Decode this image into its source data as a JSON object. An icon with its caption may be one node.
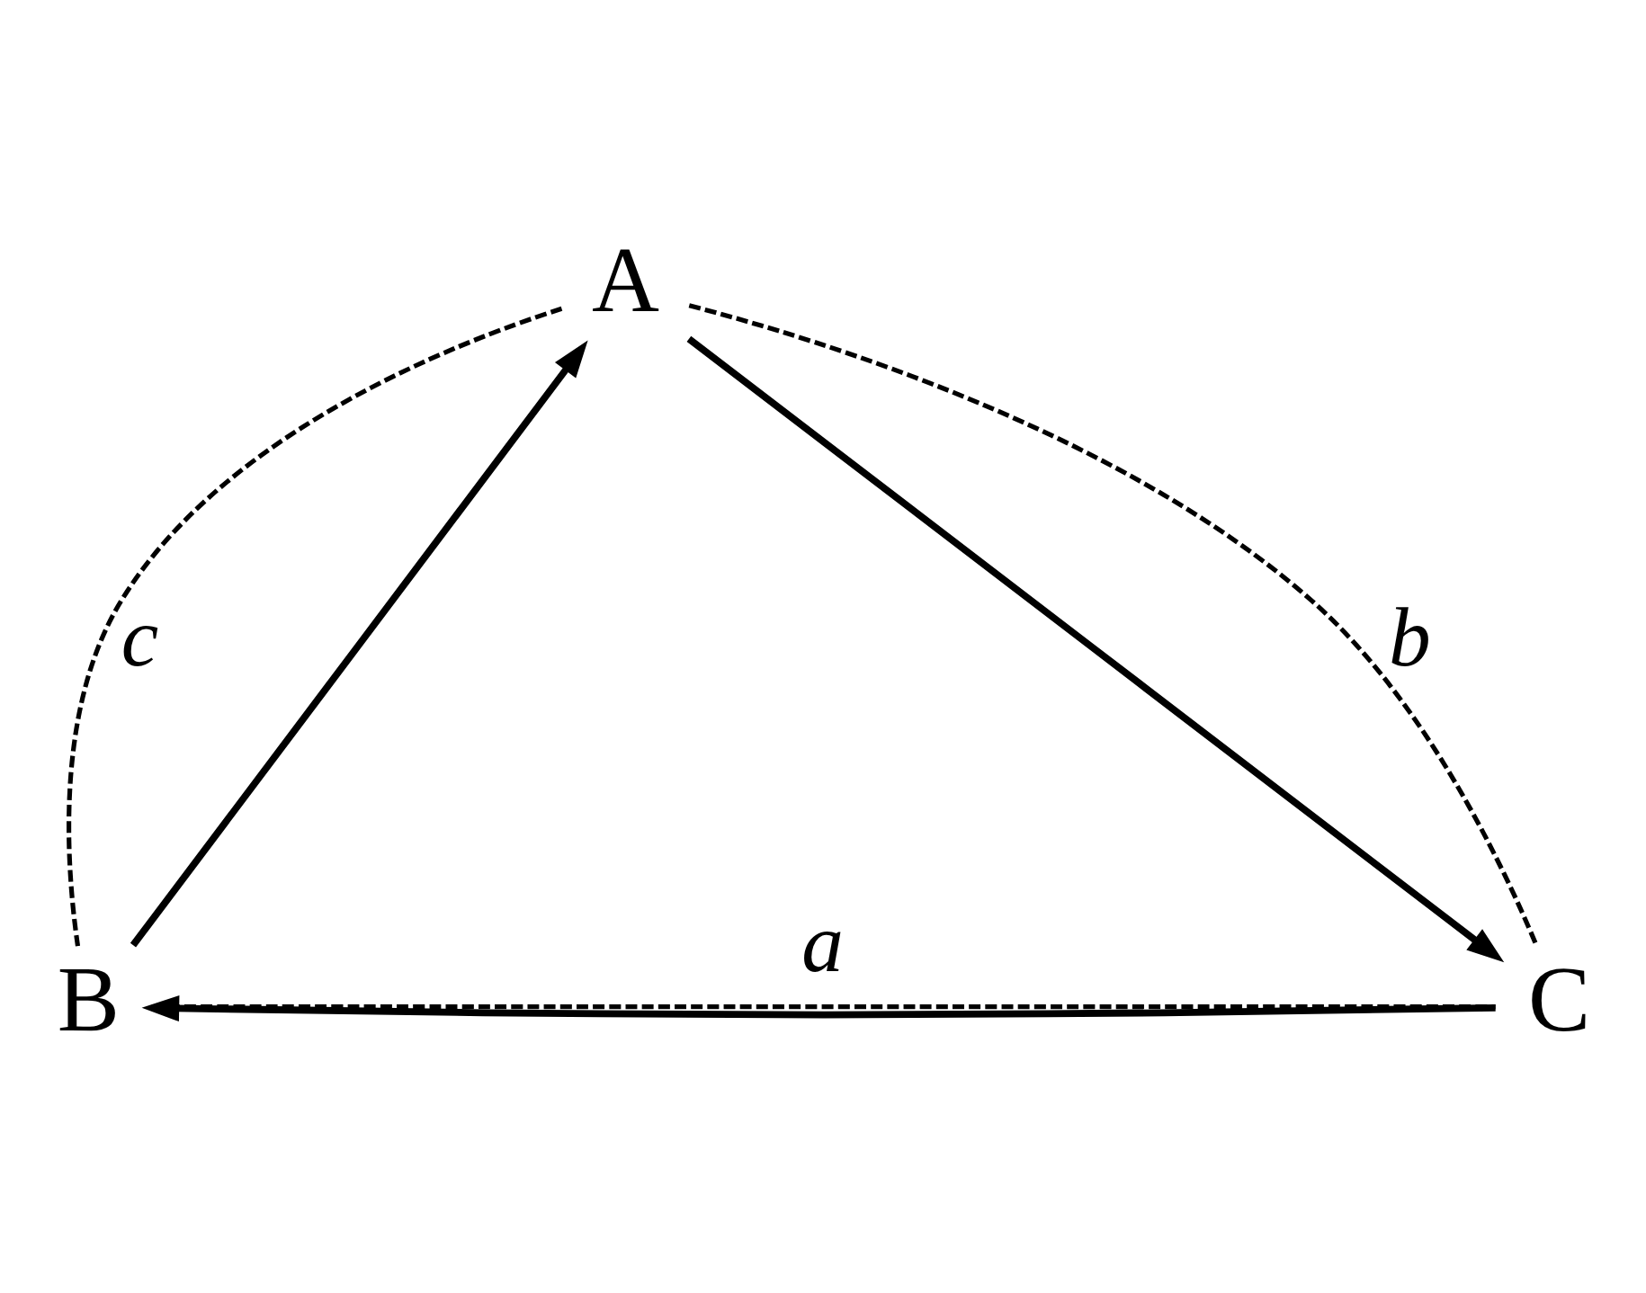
{
  "diagram": {
    "nodes": [
      {
        "text": [
          "A"
        ]
      },
      {
        "text": [
          "B"
        ]
      },
      {
        "text": [
          "C"
        ]
      }
    ],
    "edges": [
      {
        "from": 1,
        "to": 0,
        "arrow": "to"
      },
      {
        "from": 0,
        "to": 2,
        "arrow": "to"
      },
      {
        "from": 2,
        "to": 1,
        "arrow": "to"
      },
      {
        "from": 1,
        "to": 2,
        "arrow": "none",
        "style": "dashed",
        "label": "a"
      },
      {
        "from": 0,
        "to": 2,
        "arrow": "none",
        "style": "dashed",
        "label": "b"
      },
      {
        "from": 0,
        "to": 1,
        "arrow": "none",
        "style": "dashed",
        "label": "c"
      }
    ]
  }
}
